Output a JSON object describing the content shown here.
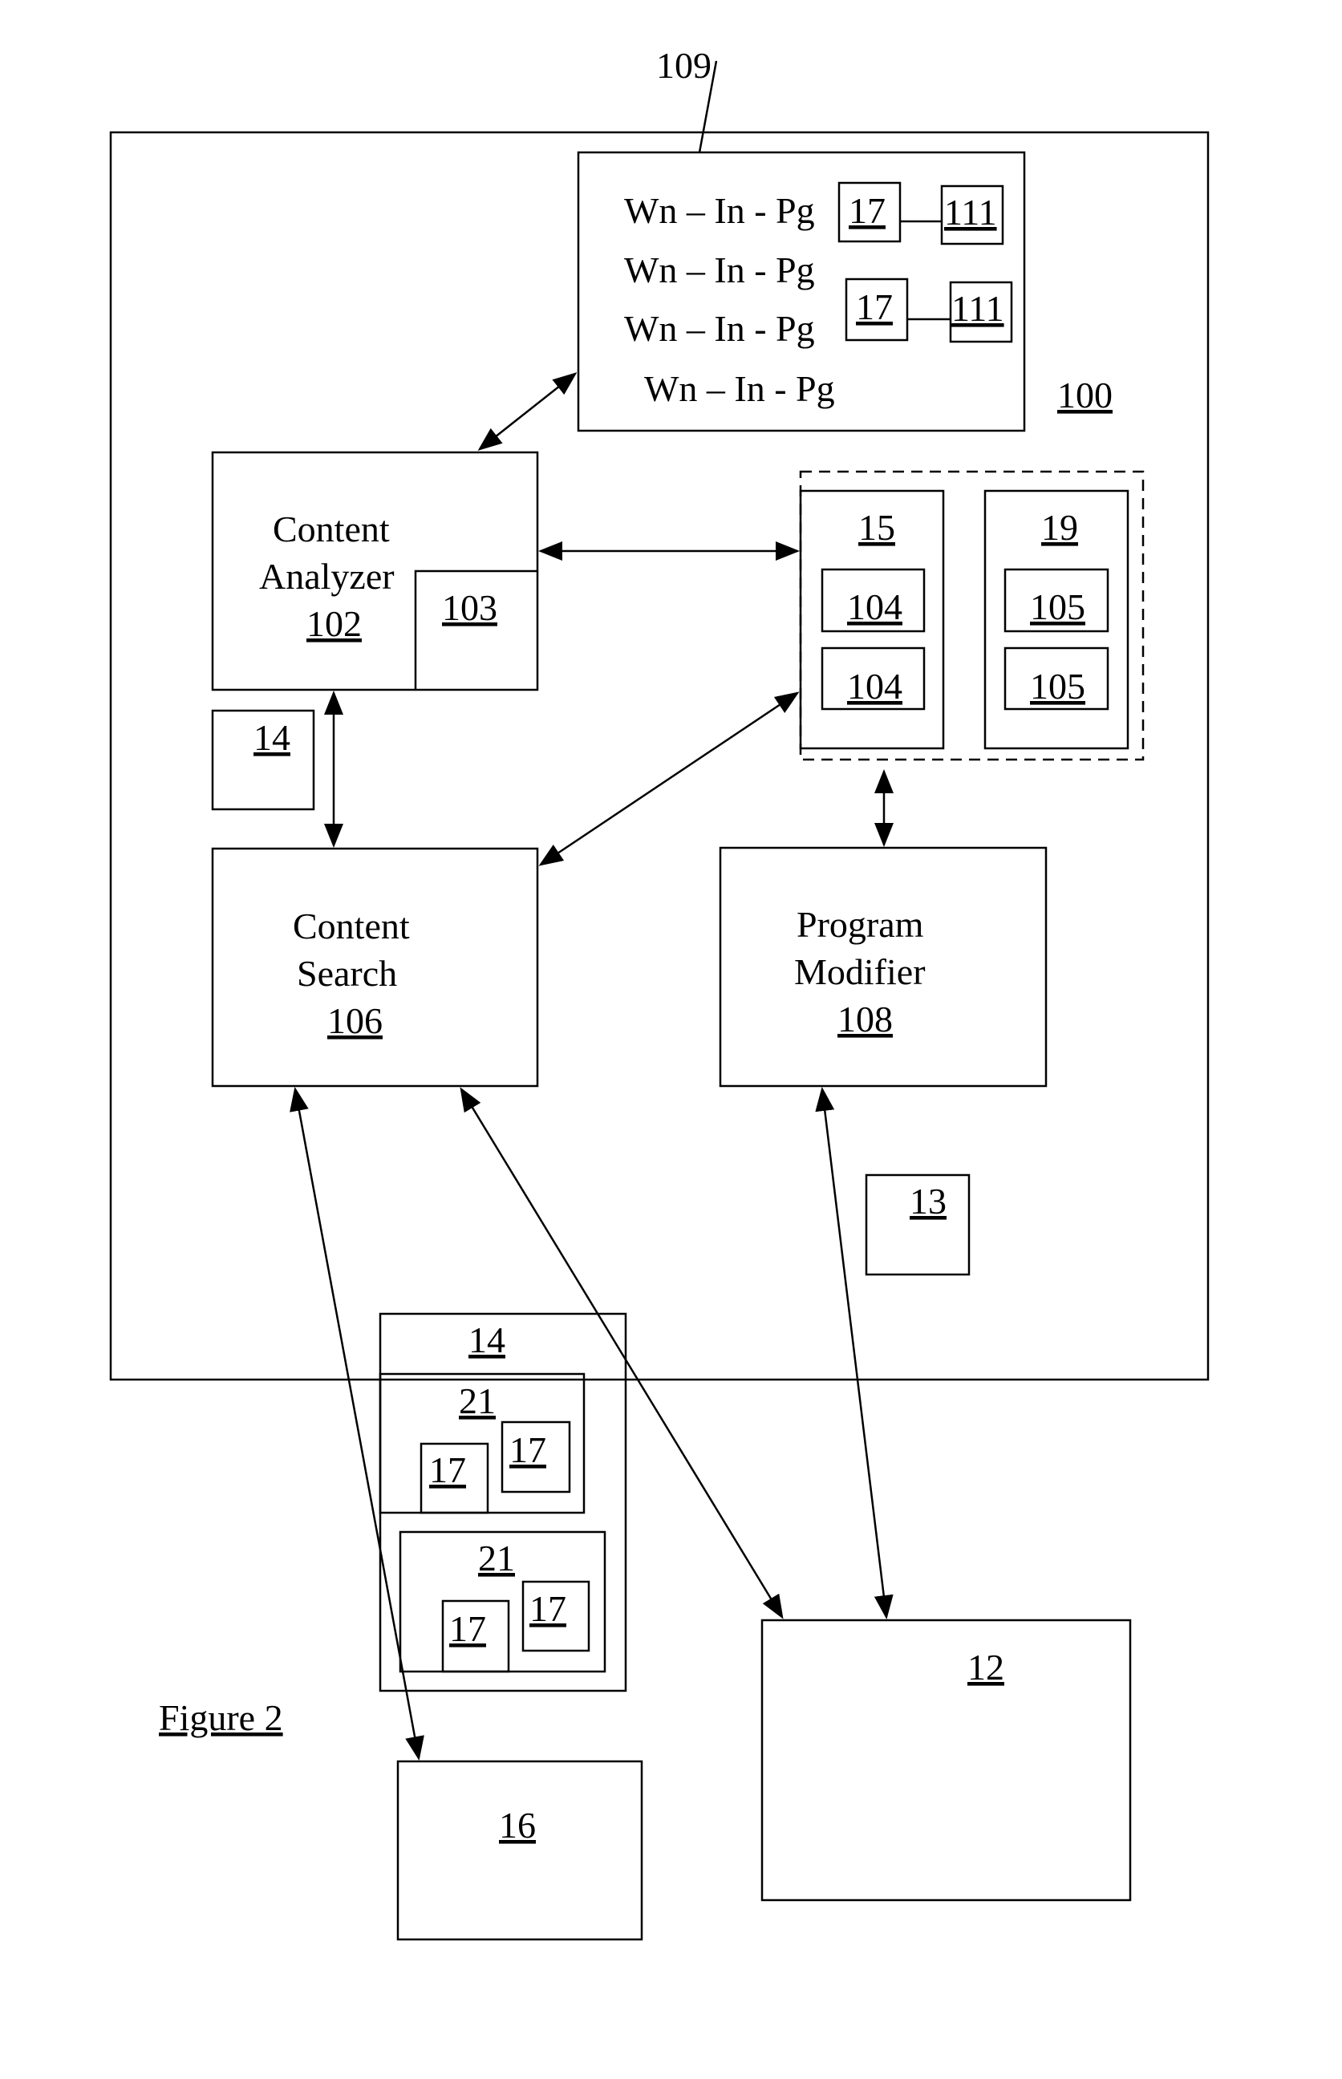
{
  "figure": {
    "caption": "Figure 2",
    "ref_109": "109",
    "ref_100": "100",
    "window_list": {
      "rows": [
        "Wn – In - Pg",
        "Wn – In - Pg",
        "Wn – In - Pg",
        "Wn – In - Pg"
      ],
      "ref_17_a": "17",
      "ref_111_a": "111",
      "ref_17_b": "17",
      "ref_111_b": "111"
    },
    "content_analyzer": {
      "line1": "Content",
      "line2": "Analyzer",
      "ref": "102",
      "sub_ref": "103"
    },
    "block_15": {
      "ref": "15",
      "item_a": "104",
      "item_b": "104"
    },
    "block_19": {
      "ref": "19",
      "item_a": "105",
      "item_b": "105"
    },
    "box_14_inner": "14",
    "content_search": {
      "line1": "Content",
      "line2": "Search",
      "ref": "106"
    },
    "program_modifier": {
      "line1": "Program",
      "line2": "Modifier",
      "ref": "108"
    },
    "box_13": "13",
    "box_14_outer": {
      "ref": "14",
      "group_a": {
        "ref": "21",
        "item_a": "17",
        "item_b": "17"
      },
      "group_b": {
        "ref": "21",
        "item_a": "17",
        "item_b": "17"
      }
    },
    "box_12": "12",
    "box_16": "16"
  }
}
